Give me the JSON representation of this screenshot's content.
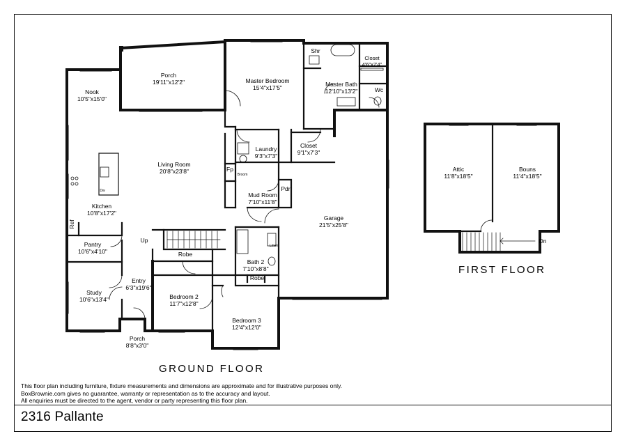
{
  "property": {
    "address": "2316 Pallante"
  },
  "disclaimer": [
    "This floor plan including furniture, fixture measurements and dimensions are approximate and for illustrative purposes only.",
    "BoxBrownie.com gives no guarantee, warranty or representation as to the accuracy and layout.",
    "All enquiries must be directed to the agent, vendor or party representing this floor plan."
  ],
  "floors": {
    "ground": {
      "label": "GROUND FLOOR",
      "rooms": [
        {
          "id": "porch-back",
          "name": "Porch",
          "dim": "19'11\"x12'2\""
        },
        {
          "id": "master-bedroom",
          "name": "Master Bedroom",
          "dim": "15'4\"x17'5\""
        },
        {
          "id": "shower",
          "name": "Shr",
          "dim": ""
        },
        {
          "id": "closet-master",
          "name": "Closet",
          "dim": "4'6\"x7'4\""
        },
        {
          "id": "master-bath",
          "name": "Master Bath",
          "dim": "12'10\"x13'2\""
        },
        {
          "id": "wc",
          "name": "Wc",
          "dim": ""
        },
        {
          "id": "nook",
          "name": "Nook",
          "dim": "10'5\"x15'0\""
        },
        {
          "id": "living-room",
          "name": "Living Room",
          "dim": "20'8\"x23'8\""
        },
        {
          "id": "laundry",
          "name": "Laundry",
          "dim": "9'3\"x7'3\""
        },
        {
          "id": "closet",
          "name": "Closet",
          "dim": "9'1\"x7'3\""
        },
        {
          "id": "fp",
          "name": "Fp",
          "dim": ""
        },
        {
          "id": "broom",
          "name": "Broom",
          "dim": ""
        },
        {
          "id": "mud-room",
          "name": "Mud Room",
          "dim": "7'10\"x11'8\""
        },
        {
          "id": "pdr",
          "name": "Pdr",
          "dim": ""
        },
        {
          "id": "kitchen",
          "name": "Kitchen",
          "dim": "10'8\"x17'2\""
        },
        {
          "id": "ref",
          "name": "Ref",
          "dim": ""
        },
        {
          "id": "garage",
          "name": "Garage",
          "dim": "21'5\"x25'8\""
        },
        {
          "id": "pantry",
          "name": "Pantry",
          "dim": "10'6\"x4'10\""
        },
        {
          "id": "up",
          "name": "Up",
          "dim": ""
        },
        {
          "id": "robe-1",
          "name": "Robe",
          "dim": ""
        },
        {
          "id": "linen",
          "name": "Linen",
          "dim": ""
        },
        {
          "id": "bath-2",
          "name": "Bath 2",
          "dim": "7'10\"x8'8\""
        },
        {
          "id": "robe-2",
          "name": "Robe",
          "dim": ""
        },
        {
          "id": "study",
          "name": "Study",
          "dim": "10'6\"x13'4\""
        },
        {
          "id": "entry",
          "name": "Entry",
          "dim": "6'3\"x19'6\""
        },
        {
          "id": "bedroom-2",
          "name": "Bedroom 2",
          "dim": "11'7\"x12'8\""
        },
        {
          "id": "bedroom-3",
          "name": "Bedroom 3",
          "dim": "12'4\"x12'0\""
        },
        {
          "id": "porch-front",
          "name": "Porch",
          "dim": "8'8\"x3'0\""
        },
        {
          "id": "dw",
          "name": "Dw",
          "dim": ""
        }
      ]
    },
    "first": {
      "label": "FIRST FLOOR",
      "rooms": [
        {
          "id": "attic",
          "name": "Attic",
          "dim": "11'8\"x18'5\""
        },
        {
          "id": "bouns",
          "name": "Bouns",
          "dim": "11'4\"x18'5\""
        },
        {
          "id": "dn",
          "name": "Dn",
          "dim": ""
        }
      ]
    }
  }
}
